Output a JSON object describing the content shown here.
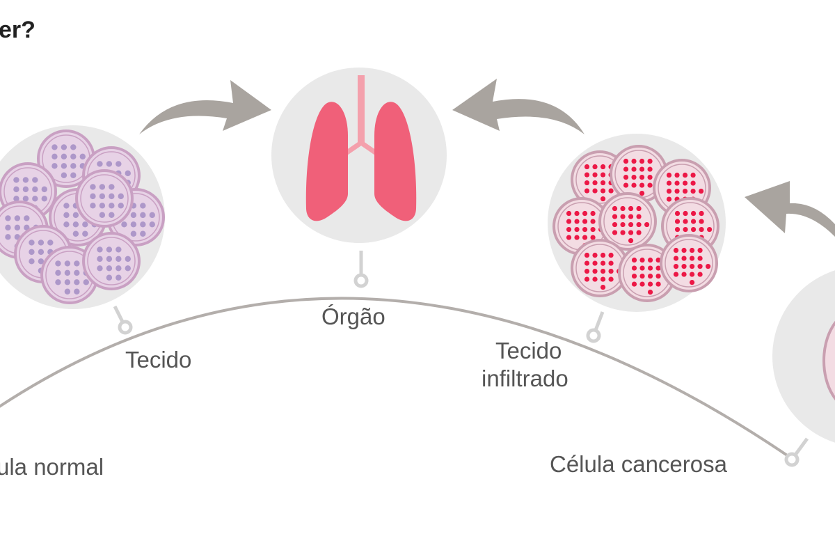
{
  "title": "er?",
  "labels": {
    "normal_cell": "ula normal",
    "tissue": "Tecido",
    "organ": "Órgão",
    "infiltrated_line1": "Tecido",
    "infiltrated_line2": "infiltrado",
    "cancer_cell": "Célula cancerosa"
  },
  "colors": {
    "circle_bg": "#e9e9e9",
    "arrow": "#a9a49f",
    "arc": "#b3aeab",
    "lung": "#f06079",
    "trachea": "#f4a0ac",
    "normal_fill": "#e7d2e6",
    "normal_rim": "#c9a0c3",
    "normal_dot": "#ad97c9",
    "cancer_fill": "#f3dce3",
    "cancer_rim": "#c99fb0",
    "cancer_dot": "#ec1846"
  }
}
